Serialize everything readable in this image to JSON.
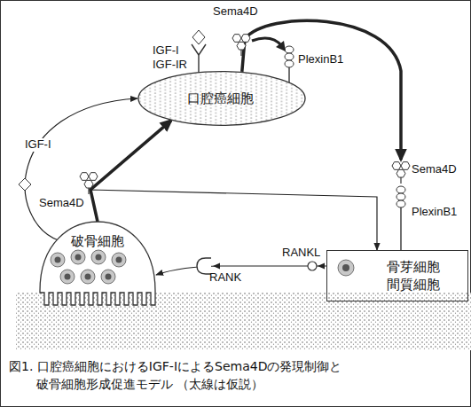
{
  "diagram": {
    "caption": "図1. 口腔癌細胞におけるIGF-IによるSema4Dの発現制御と 破骨細胞形成促進モデル （太線は仮説）",
    "nodes": [
      {
        "text": [
          "口腔癌細胞"
        ]
      },
      {
        "text": [
          "骨芽細胞 間質細胞"
        ]
      },
      {
        "text": [
          "破骨細胞"
        ]
      }
    ],
    "edges": [
      {
        "from": 2,
        "to": 0,
        "arrow": "to",
        "label": "IGF-I"
      },
      {
        "from": 2,
        "to": 0,
        "arrow": "to"
      },
      {
        "from": 2,
        "to": 1,
        "arrow": "to"
      },
      {
        "from": 0,
        "to": 1,
        "arrow": "to"
      },
      {
        "from": 1,
        "to": 2,
        "arrow": "to"
      }
    ],
    "labels": [
      "Sema4D",
      "IGF-I",
      "IGF-IR",
      "PlexinB1",
      "Sema4D",
      "PlexinB1",
      "Sema4D",
      "RANKL",
      "RANK"
    ]
  }
}
